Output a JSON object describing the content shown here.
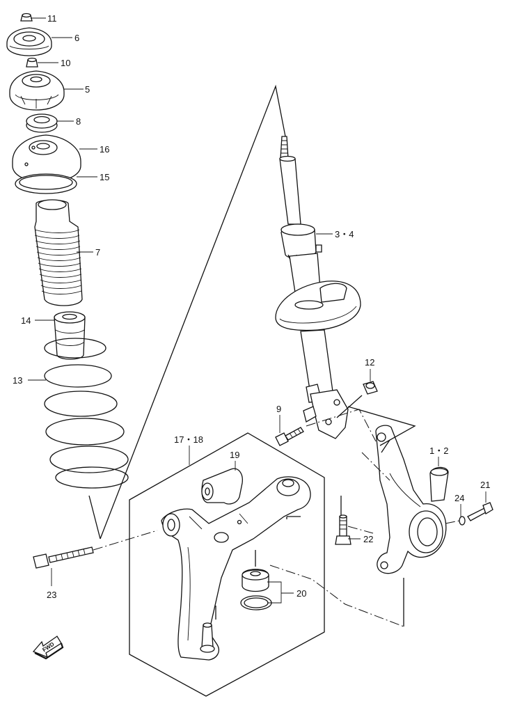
{
  "callouts": {
    "c11": "11",
    "c6": "6",
    "c10": "10",
    "c5": "5",
    "c8": "8",
    "c16": "16",
    "c15": "15",
    "c7": "7",
    "c14": "14",
    "c13": "13",
    "c34": "3・4",
    "c12": "12",
    "c9": "9",
    "c1718": "17・18",
    "c19": "19",
    "c12b": "1・2",
    "c21": "21",
    "c24": "24",
    "c22": "22",
    "c23": "23",
    "c20": "20"
  },
  "fwd_label": "FWD"
}
